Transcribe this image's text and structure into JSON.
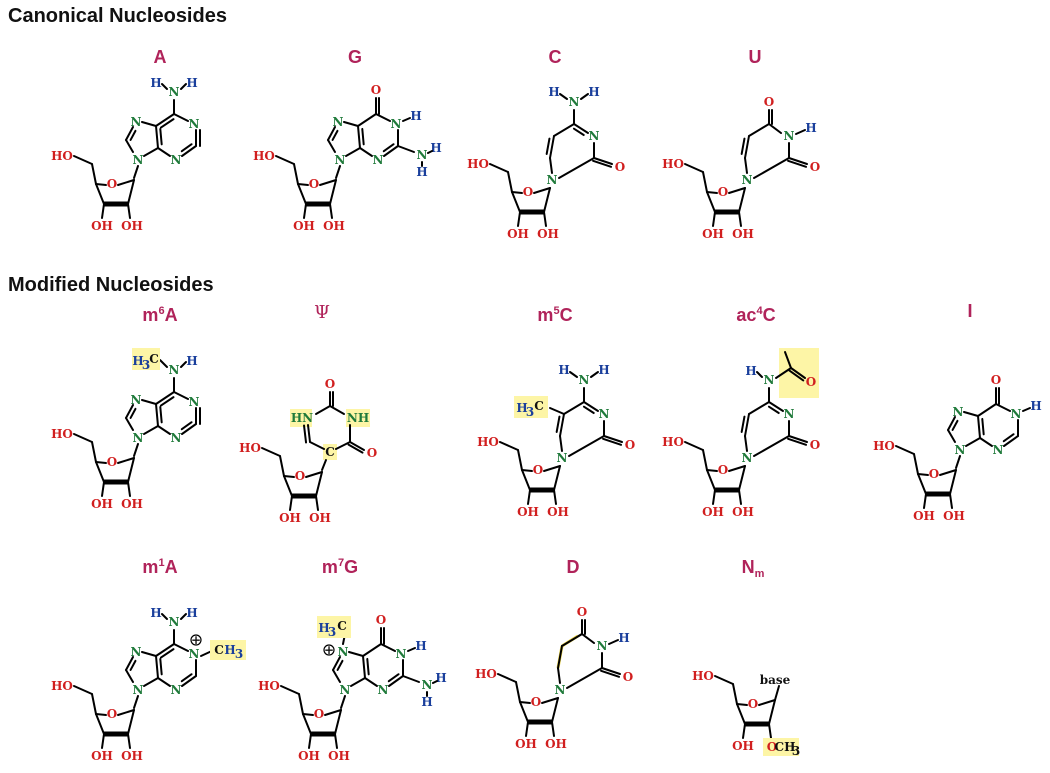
{
  "sections": {
    "canonical": "Canonical Nucleosides",
    "modified": "Modified Nucleosides"
  },
  "nucleosides": {
    "A": {
      "main": "A",
      "sup": "",
      "sub": "",
      "after": ""
    },
    "G": {
      "main": "G",
      "sup": "",
      "sub": "",
      "after": ""
    },
    "C": {
      "main": "C",
      "sup": "",
      "sub": "",
      "after": ""
    },
    "U": {
      "main": "U",
      "sup": "",
      "sub": "",
      "after": ""
    },
    "m6A": {
      "main": "m",
      "sup": "6",
      "sub": "",
      "after": "A"
    },
    "psi": {
      "main": "Ψ",
      "sup": "",
      "sub": "",
      "after": ""
    },
    "m5C": {
      "main": "m",
      "sup": "5",
      "sub": "",
      "after": "C"
    },
    "ac4C": {
      "main": "ac",
      "sup": "4",
      "sub": "",
      "after": "C"
    },
    "I": {
      "main": "I",
      "sup": "",
      "sub": "",
      "after": ""
    },
    "m1A": {
      "main": "m",
      "sup": "1",
      "sub": "",
      "after": "A"
    },
    "m7G": {
      "main": "m",
      "sup": "7",
      "sub": "",
      "after": "G"
    },
    "D": {
      "main": "D",
      "sup": "",
      "sub": "",
      "after": ""
    },
    "Nm": {
      "main": "N",
      "sup": "",
      "sub": "m",
      "after": ""
    }
  },
  "atoms": {
    "N": "N",
    "H": "H",
    "O": "O",
    "C": "C",
    "HO": "HO",
    "OH": "OH",
    "H3C_H": "H",
    "H3C_3": "3",
    "H3C_C": "C",
    "CH3_C": "C",
    "CH3_H": "H",
    "CH3_3": "3",
    "HN": "HN",
    "NH": "NH",
    "plus": "+",
    "base": "base",
    "OCH3_O": "O",
    "OCH3_CH": "CH",
    "OCH3_3": "3"
  },
  "colors": {
    "nitrogen": "#1f7a3a",
    "oxygen": "#d11f1f",
    "hydrogen": "#1a3f9c",
    "label": "#b0235a",
    "highlight": "#fdf5a6"
  }
}
